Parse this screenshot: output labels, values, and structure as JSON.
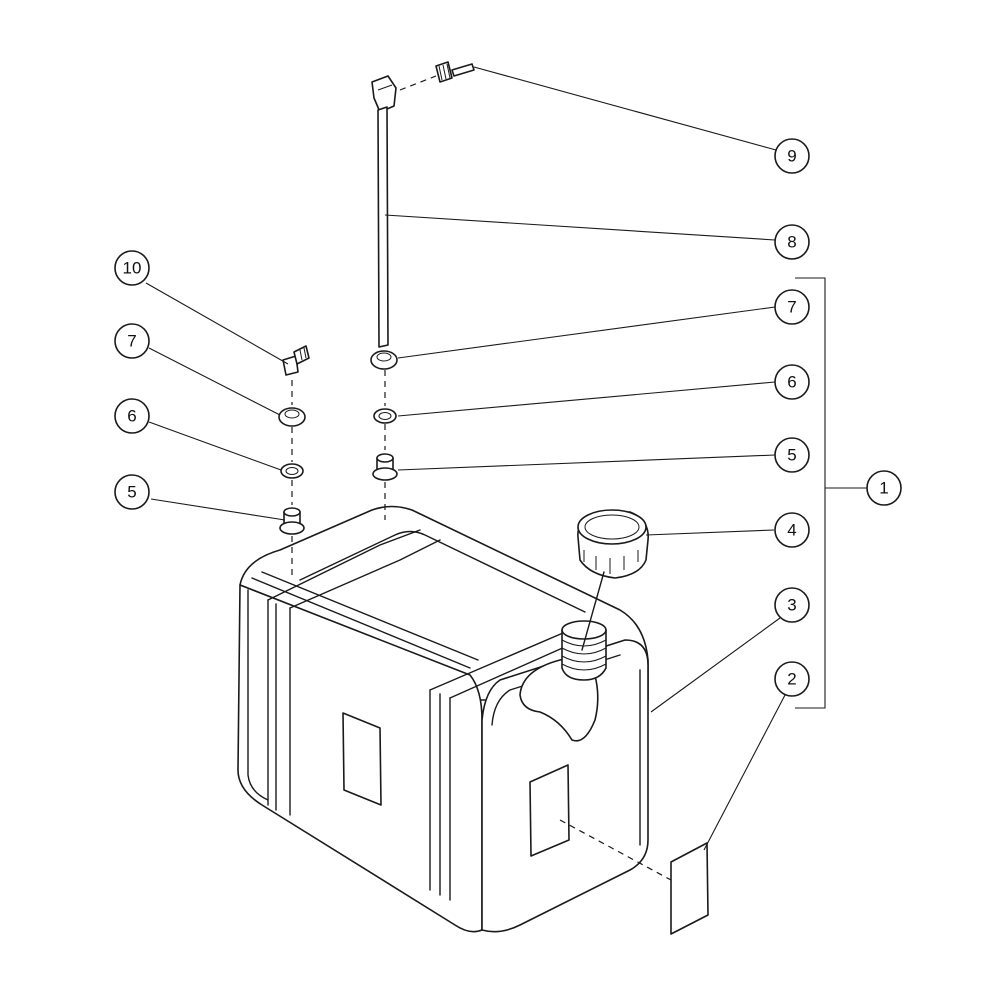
{
  "balloons": {
    "b1": "1",
    "b2": "2",
    "b3": "3",
    "b4": "4",
    "b5_right": "5",
    "b6_right": "6",
    "b7_right": "7",
    "b8": "8",
    "b9": "9",
    "b10": "10",
    "b7_left": "7",
    "b6_left": "6",
    "b5_left": "5"
  }
}
